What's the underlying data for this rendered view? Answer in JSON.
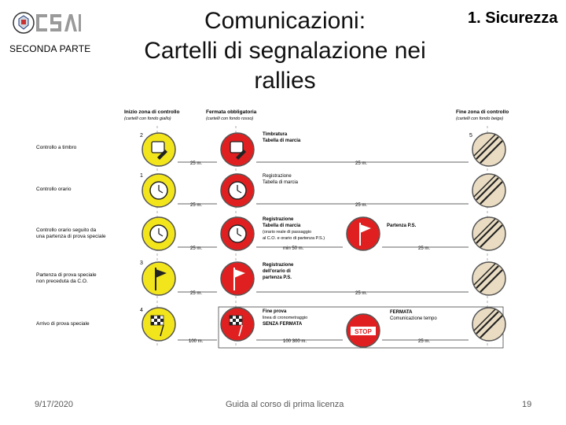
{
  "header": {
    "part_label": "SECONDA PARTE",
    "title_line1": "Comunicazioni:",
    "title_line2": "Cartelli di segnalazione nei rallies",
    "section": "1. Sicurezza"
  },
  "diagram": {
    "columns": [
      {
        "title": "Inizio zona di controllo",
        "subtitle": "(cartelli con fondo giallo)"
      },
      {
        "title": "Fermata obbligatoria",
        "subtitle": "(cartelli con fondo rosso)"
      },
      {
        "title": "Fine zona di controllo",
        "subtitle": "(cartelli con fondo beige)"
      }
    ],
    "rows": [
      {
        "number": "2",
        "label": "Controllo a timbro",
        "stop_text": [
          "Timbratura",
          "Tabella di marcia"
        ],
        "distances": [
          "25 m.",
          "25 m."
        ],
        "end_number": "5"
      },
      {
        "number": "1",
        "label": "Controllo orario",
        "stop_text": [
          "Registrazione",
          "Tabella di marcia"
        ],
        "distances": [
          "25 m.",
          "25 m."
        ]
      },
      {
        "number": "",
        "label": "Controllo orario seguito da una partenza di prova speciale",
        "stop_text": [
          "Registrazione",
          "Tabella di marcia",
          "(orario reale di passaggio",
          "al C.O. e orario di partenza P.S.)"
        ],
        "ps_label": "Partenza P.S.",
        "distances": [
          "25 m.",
          "min 50 m.",
          "25 m."
        ]
      },
      {
        "number": "3",
        "label": "Partenza di prova speciale non preceduta da C.O.",
        "stop_text": [
          "Registrazione",
          "dell'orario di",
          "partenza P.S."
        ],
        "distances": [
          "25 m.",
          "25 m."
        ]
      },
      {
        "number": "4",
        "label": "Arrivo di prova speciale",
        "stop_text": [
          "Fine prova",
          "linea di cronometraggio",
          "SENZA FERMATA"
        ],
        "fermata_text": [
          "FERMATA",
          "Comunicazione tempo"
        ],
        "stop_sign": "STOP",
        "distances": [
          "100 m.",
          "100 300 m.",
          "25 m."
        ]
      }
    ]
  },
  "footer": {
    "date": "9/17/2020",
    "center": "Guida al corso di prima licenza",
    "page": "19"
  },
  "colors": {
    "yellow": "#f3e51c",
    "red": "#e02020",
    "beige": "#e9dcc2"
  }
}
